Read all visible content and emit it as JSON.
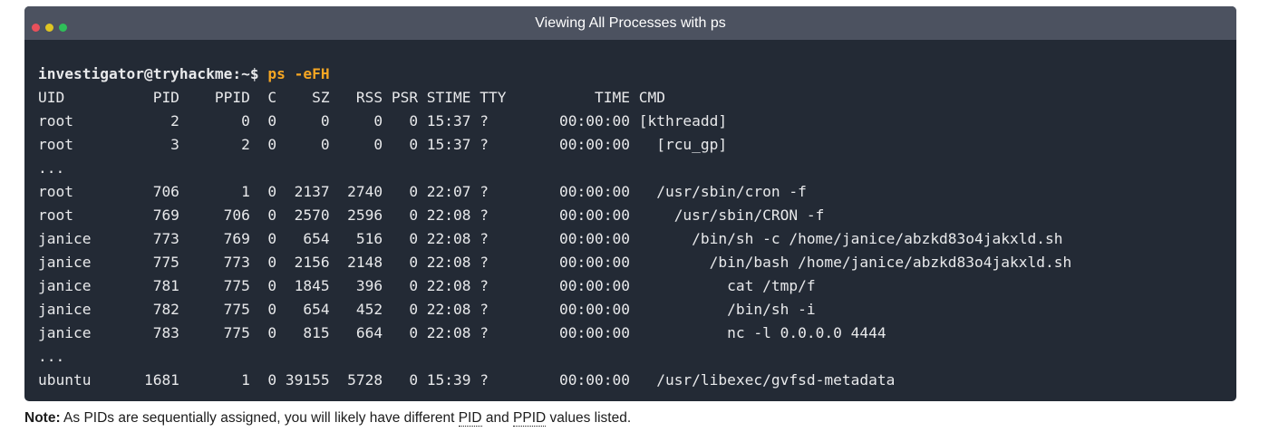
{
  "window": {
    "title": "Viewing All Processes with ps"
  },
  "terminal": {
    "prompt": "investigator@tryhackme:~$",
    "command": "ps -eFH",
    "lines": [
      "UID          PID    PPID  C    SZ   RSS PSR STIME TTY          TIME CMD",
      "root           2       0  0     0     0   0 15:37 ?        00:00:00 [kthreadd]",
      "root           3       2  0     0     0   0 15:37 ?        00:00:00   [rcu_gp]",
      "...",
      "root         706       1  0  2137  2740   0 22:07 ?        00:00:00   /usr/sbin/cron -f",
      "root         769     706  0  2570  2596   0 22:08 ?        00:00:00     /usr/sbin/CRON -f",
      "janice       773     769  0   654   516   0 22:08 ?        00:00:00       /bin/sh -c /home/janice/abzkd83o4jakxld.sh",
      "janice       775     773  0  2156  2148   0 22:08 ?        00:00:00         /bin/bash /home/janice/abzkd83o4jakxld.sh",
      "janice       781     775  0  1845   396   0 22:08 ?        00:00:00           cat /tmp/f",
      "janice       782     775  0   654   452   0 22:08 ?        00:00:00           /bin/sh -i",
      "janice       783     775  0   815   664   0 22:08 ?        00:00:00           nc -l 0.0.0.0 4444",
      "...",
      "ubuntu      1681       1  0 39155  5728   0 15:39 ?        00:00:00   /usr/libexec/gvfsd-metadata"
    ]
  },
  "note": {
    "label": "Note:",
    "text_before": " As PIDs are sequentially assigned, you will likely have different ",
    "pid": "PID",
    "and": " and ",
    "ppid": "PPID",
    "text_after": " values listed."
  },
  "colors": {
    "terminal_bg": "#232a35",
    "titlebar_bg": "#4c5260",
    "command_accent": "#f5a623",
    "dot_red": "#e8505b",
    "dot_yellow": "#dfc523",
    "dot_green": "#2fbf59"
  }
}
